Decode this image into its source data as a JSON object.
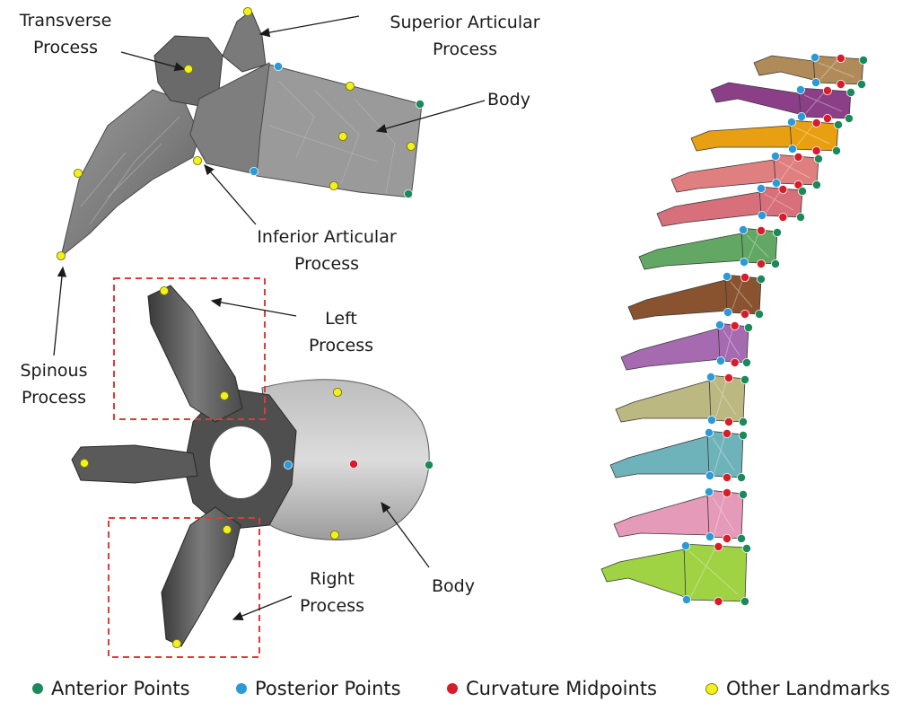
{
  "figure": {
    "labels": {
      "transverse_process": [
        "Transverse",
        "Process"
      ],
      "superior_articular_process": [
        "Superior Articular",
        "Process"
      ],
      "body_top": [
        "Body"
      ],
      "inferior_articular_process": [
        "Inferior Articular",
        "Process"
      ],
      "spinous_process": [
        "Spinous",
        "Process"
      ],
      "left_process": [
        "Left",
        "Process"
      ],
      "right_process": [
        "Right",
        "Process"
      ],
      "body_bottom": [
        "Body"
      ]
    },
    "legend": [
      {
        "label": "Anterior Points",
        "color": "#1a8a5a"
      },
      {
        "label": "Posterior Points",
        "color": "#2a9ad8"
      },
      {
        "label": "Curvature  Midpoints",
        "color": "#d81c2a"
      },
      {
        "label": "Other Landmarks",
        "color": "#f2f01e"
      }
    ],
    "colors": {
      "bone_gray": "#8c8c8c",
      "bone_dark": "#4a4a4a",
      "dashed_box": "#e03a3a",
      "vertebra_colors": [
        "#b08a58",
        "#8a3f86",
        "#e8a012",
        "#e07f7f",
        "#d7707a",
        "#62a864",
        "#8a5330",
        "#a66ab0",
        "#bcb882",
        "#6fb3ba",
        "#e49ab8",
        "#9fd343"
      ]
    },
    "icons": [
      "vertebra-lateral-view",
      "vertebra-axial-view",
      "spine-column-model"
    ]
  }
}
